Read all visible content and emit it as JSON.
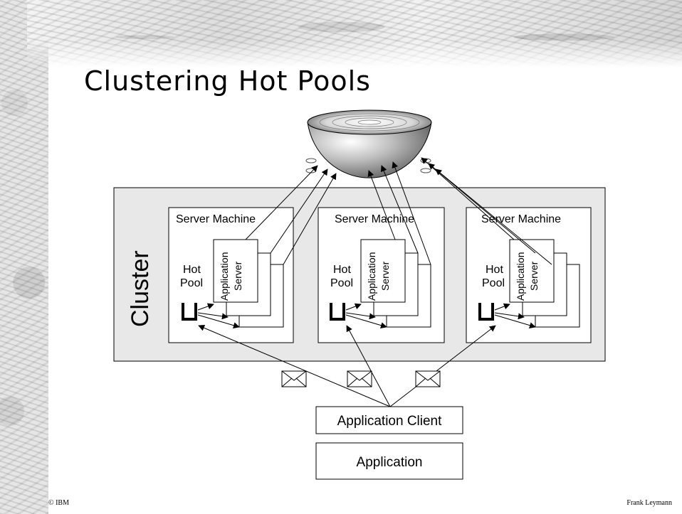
{
  "title": "Clustering Hot Pools",
  "cluster_label": "Cluster",
  "machines": [
    {
      "title": "Server Machine",
      "pool_line1": "Hot",
      "pool_line2": "Pool",
      "app_line1": "Application",
      "app_line2": "Server"
    },
    {
      "title": "Server Machine",
      "pool_line1": "Hot",
      "pool_line2": "Pool",
      "app_line1": "Application",
      "app_line2": "Server"
    },
    {
      "title": "Server Machine",
      "pool_line1": "Hot",
      "pool_line2": "Pool",
      "app_line1": "Application",
      "app_line2": "Server"
    }
  ],
  "client_label": "Application Client",
  "application_label": "Application",
  "footer": {
    "left": "© IBM",
    "right": "Frank Leymann"
  },
  "colors": {
    "cluster_fill": "#e8e8e8",
    "border": "#000000",
    "background": "#ffffff"
  }
}
